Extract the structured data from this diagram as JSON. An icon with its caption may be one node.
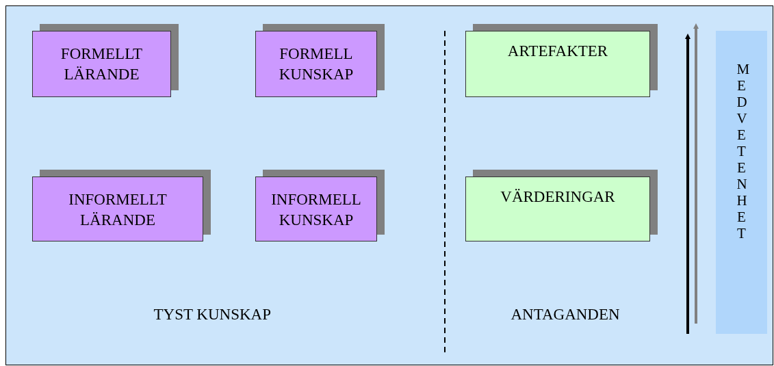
{
  "diagram": {
    "nodes": [
      {
        "text": [
          "FORMELLT LÄRANDE"
        ]
      },
      {
        "text": [
          "FORMELL KUNSKAP"
        ]
      },
      {
        "text": [
          "ARTEFAKTER"
        ]
      },
      {
        "text": [
          "INFORMELLT LÄRANDE"
        ]
      },
      {
        "text": [
          "INFORMELL KUNSKAP"
        ]
      },
      {
        "text": [
          "VÄRDERINGAR"
        ]
      },
      {
        "text": [
          "MEDVETENHET"
        ]
      }
    ],
    "edges": [],
    "labels": [
      "TYST KUNSKAP",
      "ANTAGANDEN"
    ]
  }
}
